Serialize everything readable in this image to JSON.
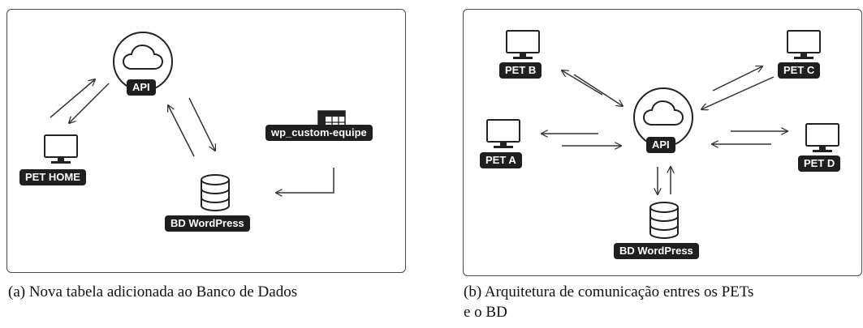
{
  "panel_a": {
    "nodes": {
      "api": "API",
      "pet_home": "PET HOME",
      "table": "wp_custom-equipe",
      "bd": "BD WordPress"
    },
    "caption": "(a) Nova tabela adicionada ao Banco de Dados"
  },
  "panel_b": {
    "nodes": {
      "api": "API",
      "pet_a": "PET A",
      "pet_b": "PET B",
      "pet_c": "PET C",
      "pet_d": "PET D",
      "bd": "BD WordPress"
    },
    "caption_line1": "(b) Arquitetura de comunicação entres os PETs",
    "caption_line2": "e o BD"
  },
  "icons": {
    "cloud": "cloud-icon",
    "monitor": "monitor-icon",
    "database": "database-icon",
    "table": "table-grid-icon"
  },
  "colors": {
    "label_bg": "#1f1f1f",
    "label_text": "#ffffff",
    "stroke": "#333333"
  }
}
